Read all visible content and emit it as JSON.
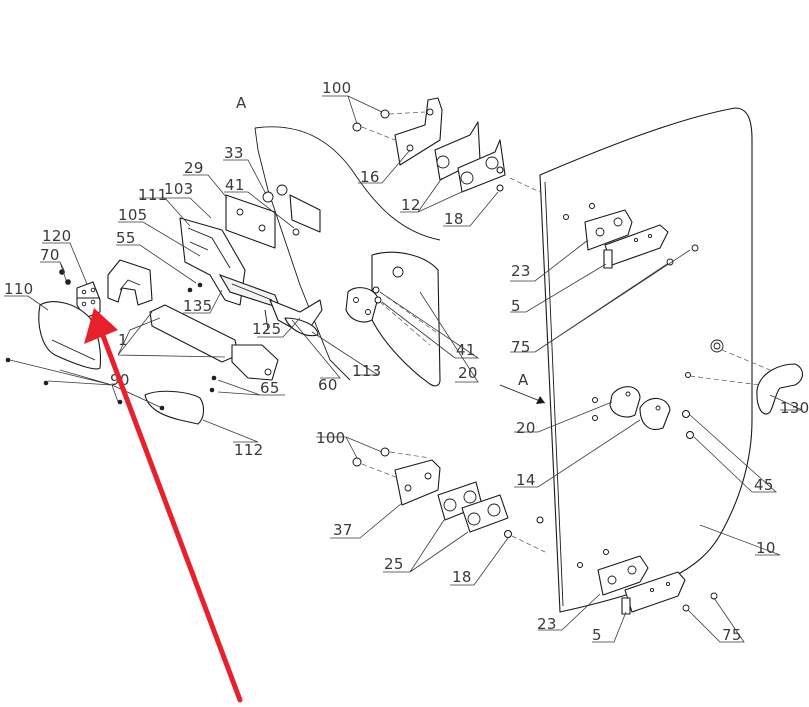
{
  "section_labels": [
    "A",
    "A"
  ],
  "callouts": {
    "c100a": "100",
    "c16": "16",
    "c12": "12",
    "c18a": "18",
    "c33": "33",
    "c29": "29",
    "c41a": "41",
    "c103": "103",
    "c111": "111",
    "c105": "105",
    "c55": "55",
    "c120": "120",
    "c70": "70",
    "c110": "110",
    "c135": "135",
    "c125": "125",
    "c1": "1",
    "c90": "90",
    "c112": "112",
    "c65": "65",
    "c60": "60",
    "c113": "113",
    "c41b": "41",
    "c20a": "20",
    "c23a": "23",
    "c5a": "5",
    "c75a": "75",
    "c130": "130",
    "c20b": "20",
    "c14": "14",
    "c45": "45",
    "c100b": "100",
    "c37": "37",
    "c25": "25",
    "c18b": "18",
    "c10": "10",
    "c23b": "23",
    "c5b": "5",
    "c75b": "75"
  },
  "colors": {
    "arrow": "#e8202a",
    "line": "#1a1a1a",
    "label": "#3a3a3a"
  }
}
